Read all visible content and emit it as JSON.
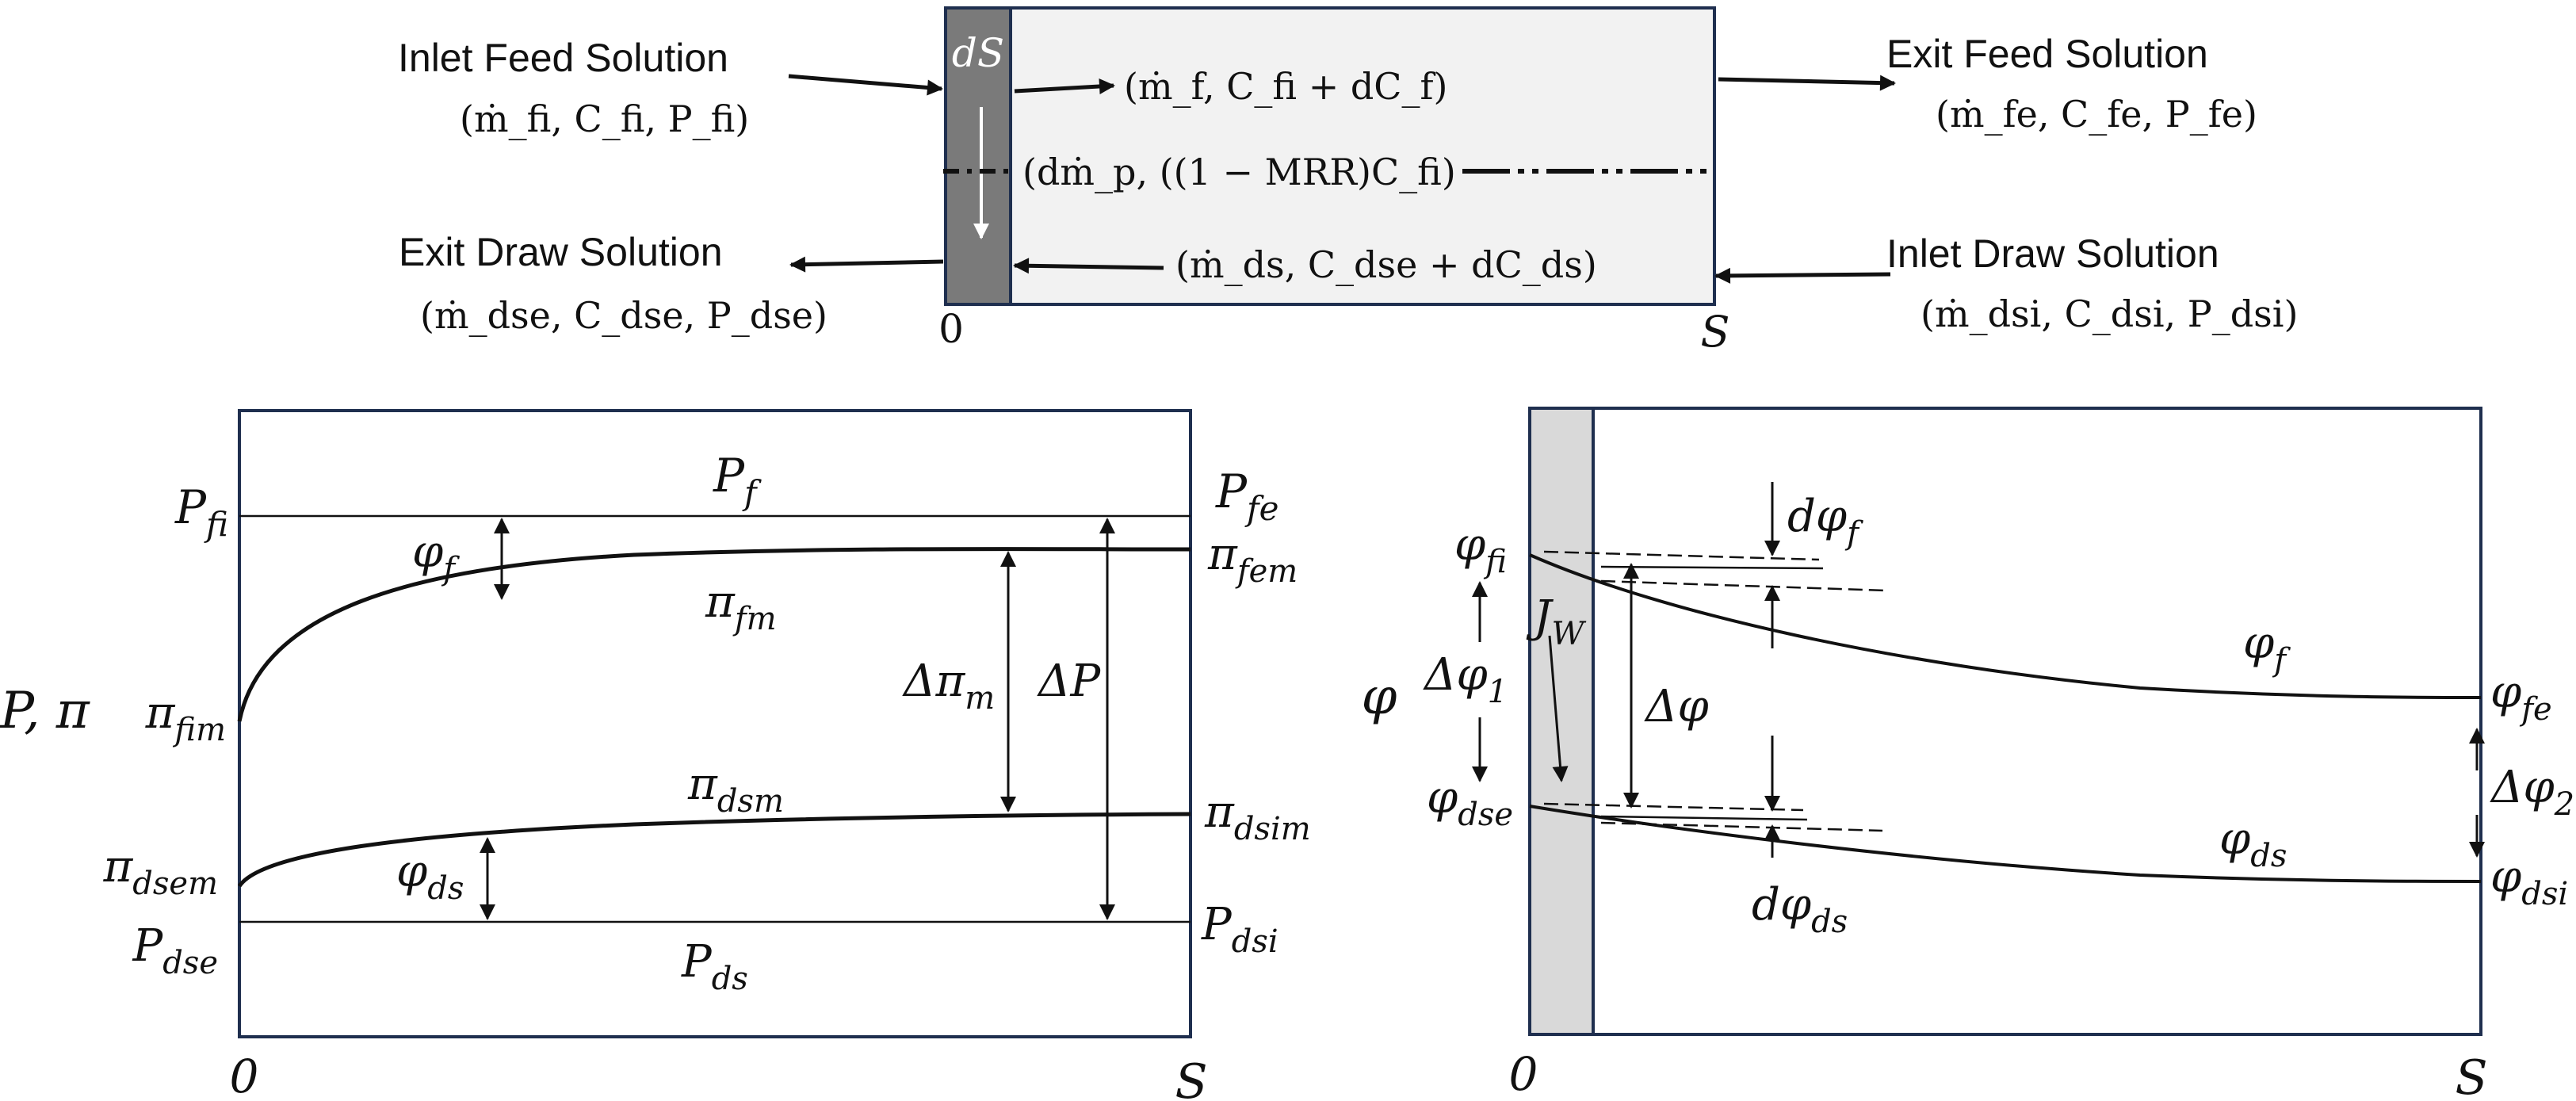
{
  "colors": {
    "frame": "#1f2f4f",
    "ink": "#111111",
    "channel_fill": "#f2f2f2",
    "dS_strip": "#7a7a7a",
    "membrane_strip": "#d9d9d9"
  },
  "top": {
    "inlet_feed": {
      "title": "Inlet Feed Solution",
      "vars": "(ṁ_fi, C_fi, P_fi)"
    },
    "exit_feed": {
      "title": "Exit Feed Solution",
      "vars": "(ṁ_fe, C_fe, P_fe)"
    },
    "exit_draw": {
      "title": "Exit Draw Solution",
      "vars": "(ṁ_dse, C_dse, P_dse)"
    },
    "inlet_draw": {
      "title": "Inlet Draw Solution",
      "vars": "(ṁ_dsi, C_dsi, P_dsi)"
    },
    "strip_label": "dS",
    "feed_flow": "(ṁ_f, C_fi + dC_f)",
    "permeate_flow": "(dṁ_p, ((1 − MRR)C_fi)",
    "draw_flow": "(ṁ_ds, C_dse + dC_ds)",
    "axis_start": "0",
    "axis_end": "S"
  },
  "pressure_plot": {
    "y_axis": "P, π",
    "x_start": "0",
    "x_end": "S",
    "labels": {
      "P_fi": "P_fi",
      "P_f": "P_f",
      "P_fe": "P_fe",
      "phi_f": "φ_f",
      "pi_fm": "π_fm",
      "pi_fem": "π_fem",
      "pi_fim": "π_fim",
      "d_pi_m": "Δπ_m",
      "d_P": "ΔP",
      "pi_dsm": "π_dsm",
      "pi_dsim": "π_dsim",
      "pi_dsem": "π_dsem",
      "phi_ds": "φ_ds",
      "P_dse": "P_dse",
      "P_dsi": "P_dsi",
      "P_ds": "P_ds"
    }
  },
  "phi_plot": {
    "y_axis": "φ",
    "x_start": "0",
    "x_end": "S",
    "labels": {
      "phi_fi": "φ_fi",
      "d_phi_f": "dφ_f",
      "J_W": "J_W",
      "d_phi_1": "Δφ_1",
      "d_phi": "Δφ",
      "phi_f": "φ_f",
      "phi_fe": "φ_fe",
      "d_phi_2": "Δφ_2",
      "phi_dse": "φ_dse",
      "phi_ds": "φ_ds",
      "phi_dsi": "φ_dsi",
      "d_phi_ds": "dφ_ds"
    }
  }
}
